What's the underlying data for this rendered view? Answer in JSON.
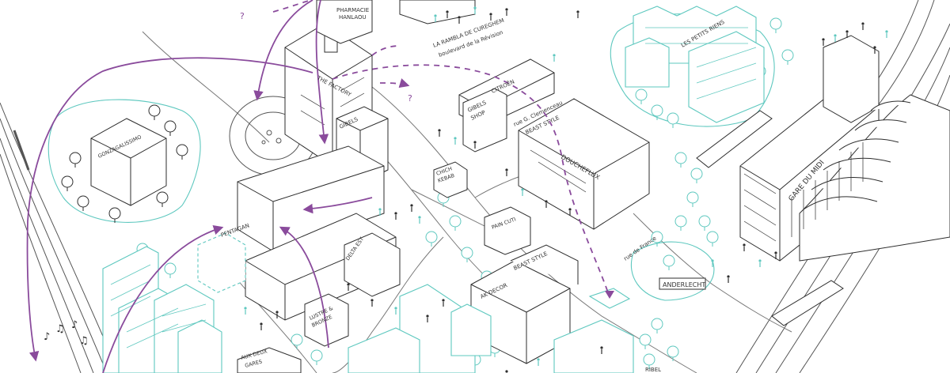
{
  "colors": {
    "ink": "#2d2d2d",
    "light_ink": "#8a8a8a",
    "teal": "#5ec8bf",
    "purple": "#8a4b9c",
    "paper": "#ffffff"
  },
  "labels": {
    "pharmacie": "PHARMACIE",
    "pharmacie_2": "HANLAOU",
    "rambla": "LA RAMBLA DE CUREGHEM",
    "rambla_2": "boulevard de la Révision",
    "factory": "THE FACTORY",
    "gonz": "GONZAGALISSIMO",
    "gibels": "GIBELS",
    "gibels_shop": "GIBELS",
    "gibels_shop_2": "SHOP",
    "citroen": "CITROËN",
    "beast_style": "BEAST STYLE",
    "rue_clemenceau": "rue G. Clemenceau",
    "douche_flux": "DOUCHEFLUX",
    "chich": "CHICH",
    "chich_2": "KEBAB",
    "pentagan": "PENTAGAN",
    "delta": "DELTA EST",
    "pain": "PAIN CUTI",
    "ak_decor": "AK DECOR",
    "beast_style_2": "BEAST STYLE",
    "lustre": "LUSTRE &",
    "lustre_2": "BRONZE",
    "aux_deux_gares": "AUX DEUX",
    "aux_deux_gares_2": "GARES",
    "les_petits_riens": "LES PETITS RIENS",
    "gare_du_midi": "GARE DU MIDI",
    "anderlecht": "ANDERLECHT",
    "rue_de_france": "rue de France",
    "ribel": "RIBEL",
    "q1": "?",
    "q2": "?"
  }
}
